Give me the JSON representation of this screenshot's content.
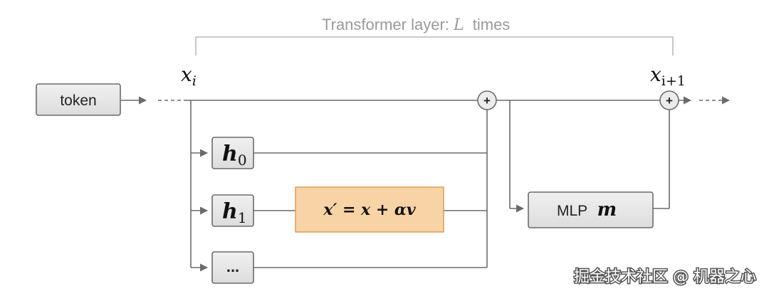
{
  "header": {
    "label": "Transformer layer:",
    "var": "L",
    "suffix": "times"
  },
  "token_box": {
    "label": "token"
  },
  "x_in": {
    "base": "x",
    "sub": "i"
  },
  "x_out": {
    "base": "x",
    "sub": "i+1"
  },
  "heads": [
    {
      "base": "h",
      "sub": "0"
    },
    {
      "base": "h",
      "sub": "1"
    },
    {
      "label": "..."
    }
  ],
  "steer_box": {
    "formula": "x′ = x + αv"
  },
  "mlp_box": {
    "label": "MLP",
    "var": "m"
  },
  "plus_symbol": "+",
  "watermark": "掘金技术社区 @ 机器之心",
  "colors": {
    "line": "#6b6b6b",
    "box_fill": "#e6e6e6",
    "box_stroke": "#6b6b6b",
    "steer_fill": "#f8d3a6",
    "steer_stroke": "#e0a062",
    "header_text": "#9a9a9a"
  }
}
